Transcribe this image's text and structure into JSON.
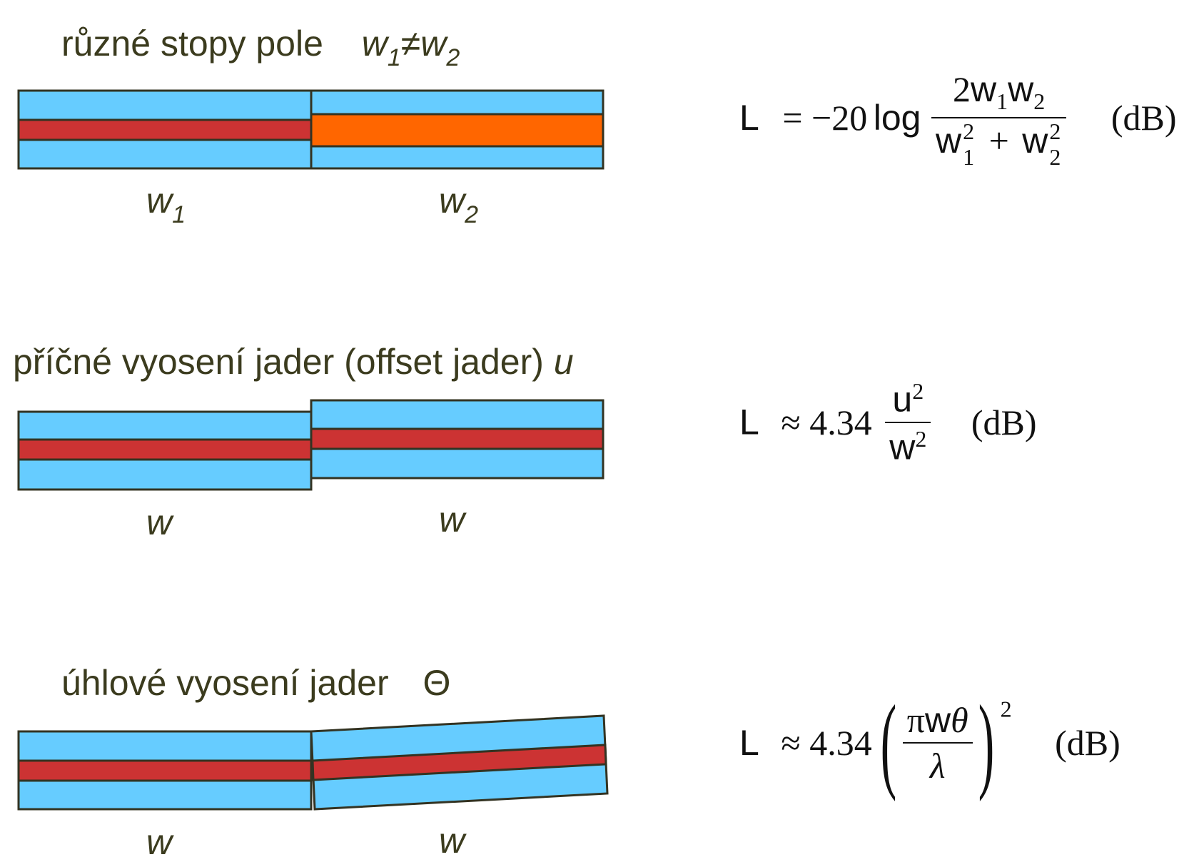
{
  "colors": {
    "cladding": "#66ccff",
    "core": "#cc3333",
    "core_wide": "#ff6600",
    "outline": "#333322",
    "heading_text": "#3b3b1e"
  },
  "section1": {
    "heading": "různé stopy pole",
    "sym_w": "w",
    "sub1": "1",
    "neq": "≠",
    "sub2": "2",
    "label_left_w": "w",
    "label_left_sub": "1",
    "label_right_w": "w",
    "label_right_sub": "2",
    "formula": {
      "L": "L",
      "eq": "= −20",
      "log": "log",
      "num_2": "2",
      "num_w1": "w",
      "num_w1_sub": "1",
      "num_w2": "w",
      "num_w2_sub": "2",
      "den_w1": "w",
      "den_w1_sub": "1",
      "den_w1_sup": "2",
      "plus": "+",
      "den_w2": "w",
      "den_w2_sub": "2",
      "den_w2_sup": "2",
      "unit": "(dB)"
    }
  },
  "section2": {
    "heading": "příčné vyosení jader (offset jader)",
    "sym": "u",
    "label_left": "w",
    "label_right": "w",
    "formula": {
      "L": "L",
      "approx": "≈ 4.34",
      "num": "u",
      "num_sup": "2",
      "den": "w",
      "den_sup": "2",
      "unit": "(dB)"
    }
  },
  "section3": {
    "heading": "úhlové vyosení jader",
    "sym": "Θ",
    "label_left": "w",
    "label_right": "w",
    "formula": {
      "L": "L",
      "approx": "≈ 4.34",
      "num_pi": "π",
      "num_w": "w",
      "num_theta": "θ",
      "den": "λ",
      "paren_open": "(",
      "paren_close": ")",
      "sup": "2",
      "unit": "(dB)"
    }
  }
}
